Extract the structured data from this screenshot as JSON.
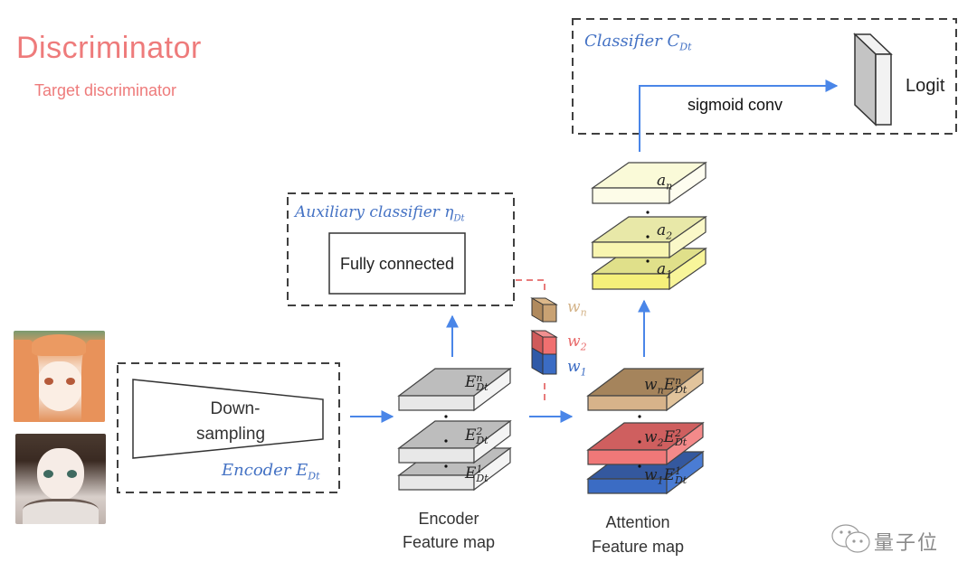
{
  "header": {
    "title": "Discriminator",
    "subtitle": "Target discriminator"
  },
  "colors": {
    "title_pink": "#ee7b7b",
    "arrow_blue": "#4a86e8",
    "label_blue": "#4472c4",
    "dashed_gray": "#404040",
    "weight_n_tan": "#c9a273",
    "weight_2_red": "#e86b6b",
    "weight_1_blue": "#3b6cc4"
  },
  "classifier": {
    "label": "Classifier C",
    "label_sub": "Dt",
    "arrow_label": "sigmoid conv",
    "output_label": "Logit"
  },
  "auxiliary": {
    "label": "Auxiliary classifier η",
    "label_sub": "Dt",
    "inner_box": "Fully connected"
  },
  "encoder": {
    "inner_box_line1": "Down-",
    "inner_box_line2": "sampling",
    "label": "Encoder E",
    "label_sub": "Dt"
  },
  "encoder_feature_map": {
    "layers": [
      {
        "name": "E",
        "sup": "n",
        "sub": "Dt"
      },
      {
        "name": "E",
        "sup": "2",
        "sub": "Dt"
      },
      {
        "name": "E",
        "sup": "1",
        "sub": "Dt"
      }
    ],
    "caption_line1": "Encoder",
    "caption_line2": "Feature map"
  },
  "weights": [
    {
      "label": "w",
      "sub": "n",
      "color": "#c9a273"
    },
    {
      "label": "w",
      "sub": "2",
      "color": "#e86b6b"
    },
    {
      "label": "w",
      "sub": "1",
      "color": "#3b6cc4"
    }
  ],
  "attention_feature_map": {
    "layers": [
      {
        "w": "w",
        "wsub": "n",
        "name": "E",
        "sup": "n",
        "sub": "Dt"
      },
      {
        "w": "w",
        "wsub": "2",
        "name": "E",
        "sup": "2",
        "sub": "Dt"
      },
      {
        "w": "w",
        "wsub": "1",
        "name": "E",
        "sup": "1",
        "sub": "Dt"
      }
    ],
    "caption_line1": "Attention",
    "caption_line2": "Feature map"
  },
  "attention_scores": {
    "layers": [
      {
        "name": "a",
        "sub": "n"
      },
      {
        "name": "a",
        "sub": "2"
      },
      {
        "name": "a",
        "sub": "1"
      }
    ]
  },
  "inputs": [
    {
      "description": "anime face orange hair"
    },
    {
      "description": "anime face dark hair"
    }
  ],
  "watermark": {
    "text": "量子位"
  }
}
